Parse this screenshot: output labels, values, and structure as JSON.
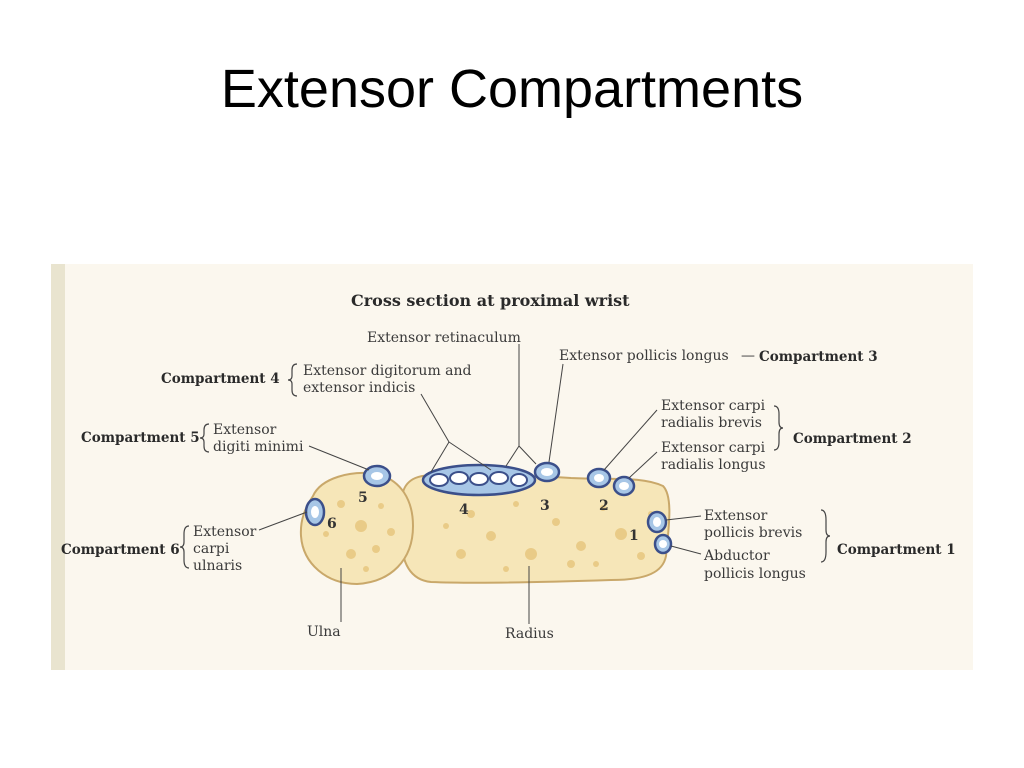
{
  "slide": {
    "title": "Extensor Compartments"
  },
  "figure": {
    "heading": "Cross section at proximal wrist",
    "labels": {
      "extensor_retinaculum": "Extensor retinaculum",
      "epl": "Extensor pollicis longus",
      "epl_dash": "—",
      "compartment_3": "Compartment 3",
      "compartment_4": "Compartment 4",
      "edc_1": "Extensor digitorum and",
      "edc_2": "extensor indicis",
      "compartment_5": "Compartment 5",
      "edm_1": "Extensor",
      "edm_2": "digiti minimi",
      "ecrb_1": "Extensor carpi",
      "ecrb_2": "radialis brevis",
      "ecrl_1": "Extensor carpi",
      "ecrl_2": "radialis longus",
      "compartment_2": "Compartment 2",
      "compartment_6": "Compartment 6",
      "ecu_1": "Extensor",
      "ecu_2": "carpi",
      "ecu_3": "ulnaris",
      "epb_1": "Extensor",
      "epb_2": "pollicis brevis",
      "apl_1": "Abductor",
      "apl_2": "pollicis longus",
      "compartment_1": "Compartment 1",
      "ulna": "Ulna",
      "radius": "Radius"
    },
    "numbers": [
      "1",
      "2",
      "3",
      "4",
      "5",
      "6"
    ],
    "colors": {
      "bone": "#f6e6b8",
      "bone_edge": "#c9a86a",
      "tendon_sheath": "#3b4f8a",
      "synovium": "#a7c6e6",
      "background": "#fbf7ee"
    }
  }
}
